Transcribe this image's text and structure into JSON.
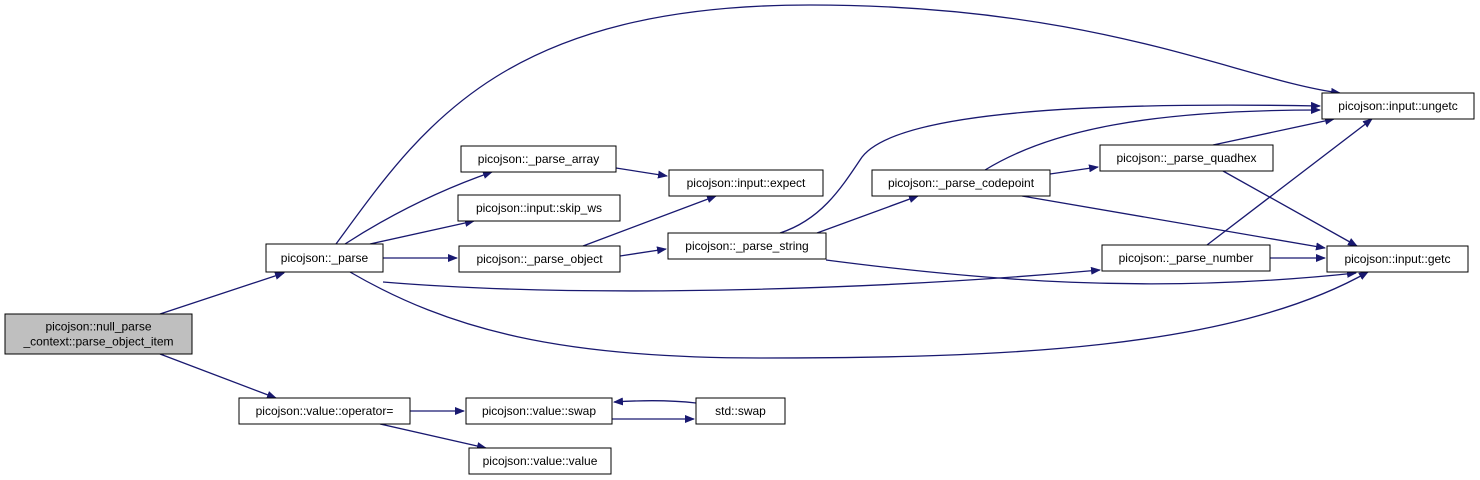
{
  "colors": {
    "edge": "#191970",
    "node_fill": "#ffffff",
    "root_fill": "#bfbfbf",
    "border": "#000000",
    "background": "#ffffff"
  },
  "nodes": {
    "root": {
      "lines": [
        "picojson::null_parse",
        "_context::parse_object_item"
      ],
      "root": true
    },
    "parse": {
      "lines": [
        "picojson::_parse"
      ]
    },
    "op_eq": {
      "lines": [
        "picojson::value::operator="
      ]
    },
    "parse_array": {
      "lines": [
        "picojson::_parse_array"
      ]
    },
    "skip_ws": {
      "lines": [
        "picojson::input::skip_ws"
      ]
    },
    "parse_object": {
      "lines": [
        "picojson::_parse_object"
      ]
    },
    "expect": {
      "lines": [
        "picojson::input::expect"
      ]
    },
    "parse_string": {
      "lines": [
        "picojson::_parse_string"
      ]
    },
    "parse_codepoint": {
      "lines": [
        "picojson::_parse_codepoint"
      ]
    },
    "parse_quadhex": {
      "lines": [
        "picojson::_parse_quadhex"
      ]
    },
    "parse_number": {
      "lines": [
        "picojson::_parse_number"
      ]
    },
    "ungetc": {
      "lines": [
        "picojson::input::ungetc"
      ]
    },
    "getc": {
      "lines": [
        "picojson::input::getc"
      ]
    },
    "vswap": {
      "lines": [
        "picojson::value::swap"
      ]
    },
    "stdswap": {
      "lines": [
        "std::swap"
      ]
    },
    "vvalue": {
      "lines": [
        "picojson::value::value"
      ]
    }
  },
  "edges": [
    [
      "root",
      "parse"
    ],
    [
      "root",
      "op_eq"
    ],
    [
      "parse",
      "ungetc"
    ],
    [
      "parse",
      "parse_array"
    ],
    [
      "parse",
      "skip_ws"
    ],
    [
      "parse",
      "parse_object"
    ],
    [
      "parse",
      "parse_number"
    ],
    [
      "parse",
      "getc"
    ],
    [
      "parse_array",
      "expect"
    ],
    [
      "parse_object",
      "expect"
    ],
    [
      "parse_object",
      "parse_string"
    ],
    [
      "parse_string",
      "ungetc"
    ],
    [
      "parse_string",
      "parse_codepoint"
    ],
    [
      "parse_string",
      "getc"
    ],
    [
      "parse_codepoint",
      "ungetc"
    ],
    [
      "parse_codepoint",
      "parse_quadhex"
    ],
    [
      "parse_codepoint",
      "getc"
    ],
    [
      "parse_quadhex",
      "ungetc"
    ],
    [
      "parse_quadhex",
      "getc"
    ],
    [
      "parse_number",
      "ungetc"
    ],
    [
      "parse_number",
      "getc"
    ],
    [
      "op_eq",
      "vswap"
    ],
    [
      "op_eq",
      "vvalue"
    ],
    [
      "vswap",
      "stdswap"
    ],
    [
      "stdswap",
      "vswap"
    ]
  ]
}
